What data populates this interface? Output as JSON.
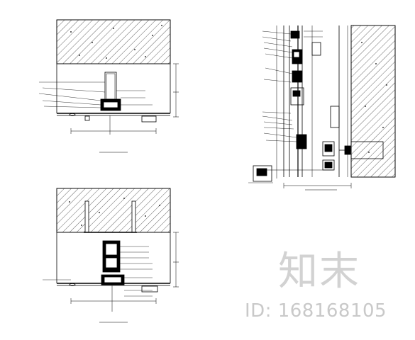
{
  "watermark": {
    "brand": "知末",
    "id_text": "ID: 168168105"
  },
  "colors": {
    "line": "#000000",
    "watermark": "#cfcfcf",
    "background": "#ffffff"
  },
  "views": [
    {
      "id": "top-left",
      "caption": ""
    },
    {
      "id": "bottom-left",
      "caption": ""
    },
    {
      "id": "right",
      "caption": ""
    }
  ]
}
